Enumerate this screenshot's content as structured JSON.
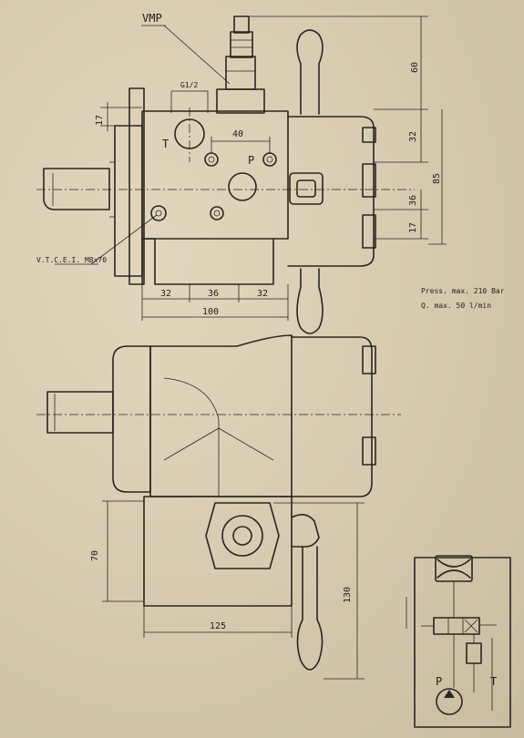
{
  "labels": {
    "vmp": "VMP",
    "thread": "G1/2",
    "port_t": "T",
    "port_p": "P",
    "screws": "V.T.C.E.I. M8x70",
    "press": "Press. max. 210 Bar",
    "flow": "Q. max. 50 l/min",
    "sym_p": "P",
    "sym_t": "T"
  },
  "dimensions": {
    "d17_top": "17",
    "d40": "40",
    "d60": "60",
    "d32_right": "32",
    "d85": "85",
    "d36_right": "36",
    "d17_right": "17",
    "d32_a": "32",
    "d36_b": "36",
    "d32_c": "32",
    "d100": "100",
    "d70": "70",
    "d130": "130",
    "d125": "125"
  }
}
